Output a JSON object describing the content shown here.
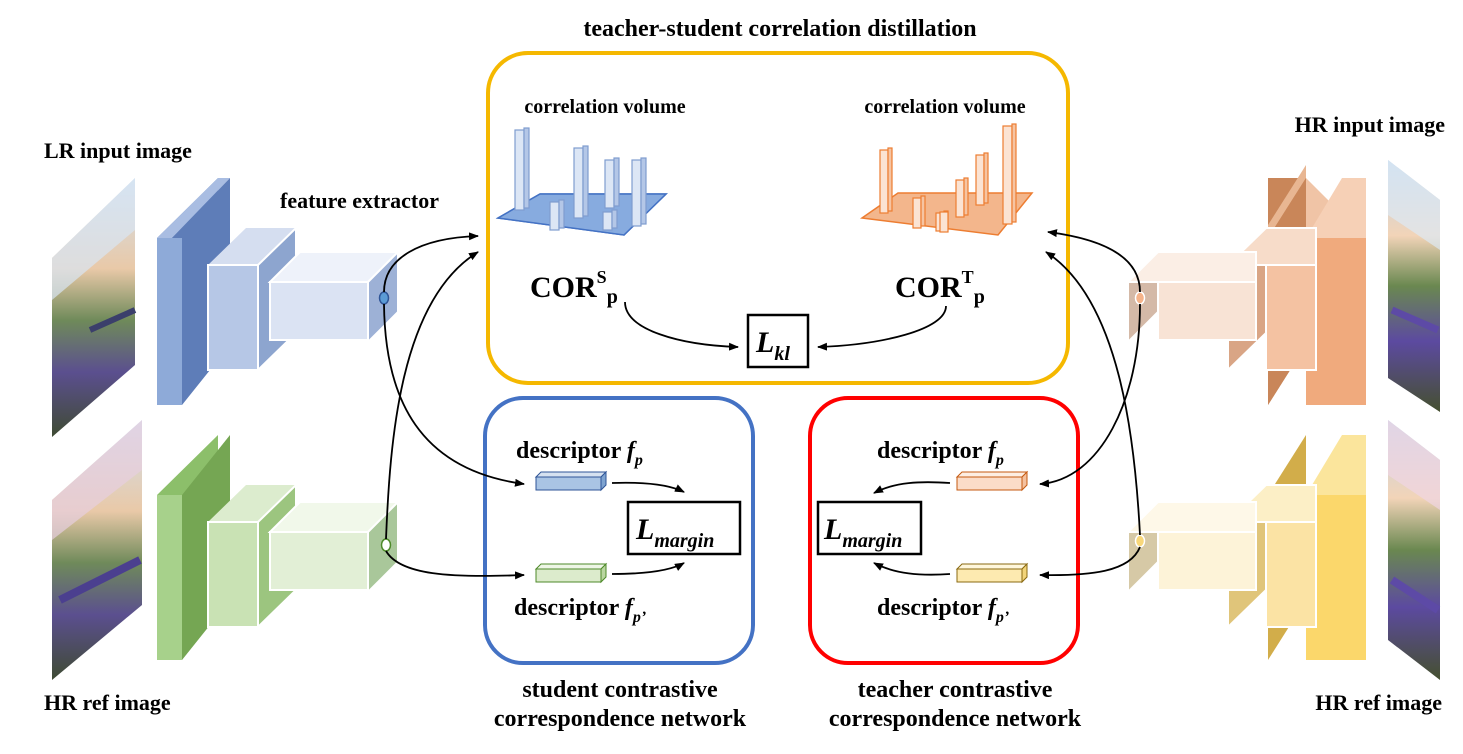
{
  "top_title": "teacher-student correlation distillation",
  "left": {
    "lr_input_label": "LR input image",
    "hr_ref_label": "HR ref image",
    "feature_extractor_label": "feature extractor",
    "colors": {
      "top_net": "#7f9ccf",
      "bottom_net": "#9ccb79",
      "panel_border": "#4472c4"
    }
  },
  "right": {
    "hr_input_label": "HR input image",
    "hr_ref_label": "HR ref image",
    "colors": {
      "top_net": "#e7a27a",
      "bottom_net": "#f3cf64",
      "panel_border": "#ff0000"
    }
  },
  "correlation_panel": {
    "border_color": "#f5b800",
    "student_volume_label": "correlation volume",
    "teacher_volume_label": "correlation volume",
    "student_cor": {
      "base": "COR",
      "sup": "S",
      "sub": "p"
    },
    "teacher_cor": {
      "base": "COR",
      "sup": "T",
      "sub": "p"
    },
    "loss": {
      "base": "L",
      "sub": "kl"
    }
  },
  "student_panel": {
    "descriptor_top": {
      "text": "descriptor ",
      "var": "f",
      "sub": "p"
    },
    "descriptor_bottom": {
      "text": "descriptor ",
      "var": "f",
      "sub": "p’"
    },
    "loss": {
      "base": "L",
      "sub": "margin"
    },
    "caption_line1": "student contrastive",
    "caption_line2": "correspondence network"
  },
  "teacher_panel": {
    "descriptor_top": {
      "text": "descriptor ",
      "var": "f",
      "sub": "p"
    },
    "descriptor_bottom": {
      "text": "descriptor ",
      "var": "f",
      "sub": "p’"
    },
    "loss": {
      "base": "L",
      "sub": "margin"
    },
    "caption_line1": "teacher contrastive",
    "caption_line2": "correspondence network"
  }
}
